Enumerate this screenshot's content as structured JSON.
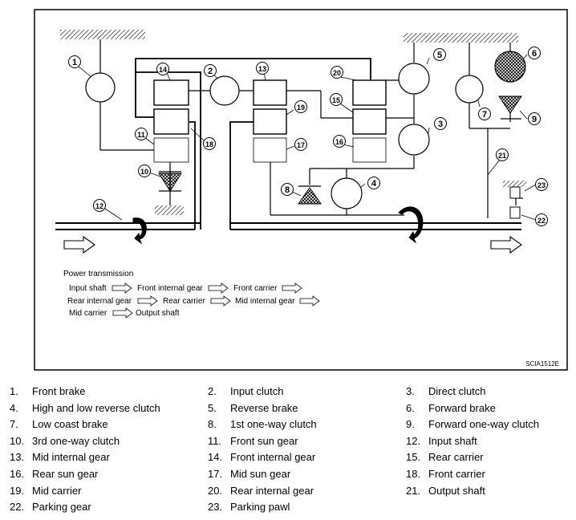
{
  "power_transmission": {
    "title": "Power transmission",
    "row1": [
      "Input shaft",
      "Front internal gear",
      "Front carrier"
    ],
    "row2": [
      "Rear internal gear",
      "Rear carrier",
      "Mid internal gear"
    ],
    "row3": [
      "Mid carrier",
      "Output shaft"
    ]
  },
  "figure_code": "SCIA1512E",
  "callouts": [
    "1",
    "2",
    "3",
    "4",
    "5",
    "6",
    "7",
    "8",
    "9",
    "10",
    "11",
    "12",
    "13",
    "14",
    "15",
    "16",
    "17",
    "18",
    "19",
    "20",
    "21",
    "22",
    "23"
  ],
  "legend": [
    {
      "num": "1.",
      "label": "Front brake"
    },
    {
      "num": "2.",
      "label": "Input clutch"
    },
    {
      "num": "3.",
      "label": "Direct clutch"
    },
    {
      "num": "4.",
      "label": "High and low reverse clutch"
    },
    {
      "num": "5.",
      "label": "Reverse brake"
    },
    {
      "num": "6.",
      "label": "Forward brake"
    },
    {
      "num": "7.",
      "label": "Low coast brake"
    },
    {
      "num": "8.",
      "label": "1st one-way clutch"
    },
    {
      "num": "9.",
      "label": "Forward one-way clutch"
    },
    {
      "num": "10.",
      "label": "3rd one-way clutch"
    },
    {
      "num": "11.",
      "label": "Front sun gear"
    },
    {
      "num": "12.",
      "label": "Input shaft"
    },
    {
      "num": "13.",
      "label": "Mid internal gear"
    },
    {
      "num": "14.",
      "label": "Front internal gear"
    },
    {
      "num": "15.",
      "label": "Rear carrier"
    },
    {
      "num": "16.",
      "label": "Rear sun gear"
    },
    {
      "num": "17.",
      "label": "Mid sun gear"
    },
    {
      "num": "18.",
      "label": "Front carrier"
    },
    {
      "num": "19.",
      "label": "Mid carrier"
    },
    {
      "num": "20.",
      "label": "Rear internal gear"
    },
    {
      "num": "21.",
      "label": "Output shaft"
    },
    {
      "num": "22.",
      "label": "Parking gear"
    },
    {
      "num": "23.",
      "label": "Parking pawl"
    }
  ]
}
